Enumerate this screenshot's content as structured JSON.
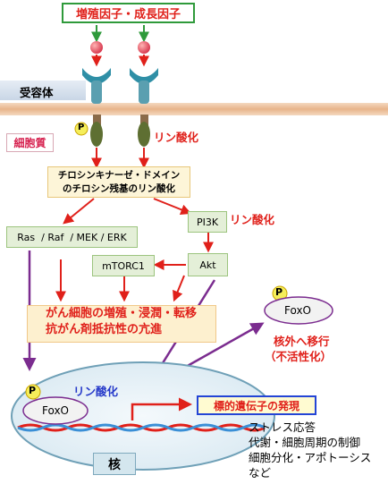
{
  "growth_factor": "増殖因子・成長因子",
  "receptor": "受容体",
  "cytoplasm": "細胞質",
  "phospho_label_1": "リン酸化",
  "phospho_label_2": "リン酸化",
  "phospho_label_nucleus": "リン酸化",
  "p_marker": "P",
  "tyrosine_box": [
    "チロシンキナーゼ・ドメイン",
    "のチロシン残基のリン酸化"
  ],
  "ras_box": "Ras  / Raf  / MEK / ERK",
  "pi3k": "PI3K",
  "akt": "Akt",
  "mtorc1": "mTORC1",
  "cancer_effect": [
    "がん細胞の増殖・浸潤・転移",
    "抗がん剤抵抗性の亢進"
  ],
  "foxo": "FoxO",
  "nuclear_export": [
    "核外へ移行",
    "（不活性化）"
  ],
  "target_gene": "標的遺伝子の発現",
  "nucleus": "核",
  "functions": [
    "ストレス応答",
    "代謝・細胞周期の制御",
    "細胞分化・アポトーシス",
    "など"
  ],
  "colors": {
    "arrow_red": "#e0201a",
    "arrow_purple": "#7b2c8f",
    "arrow_green": "#2f9a3b",
    "receptor_teal": "#2f8fa6",
    "kinase_olive": "#5e6f32",
    "phosphate_yellow": "#f5ee5a"
  }
}
